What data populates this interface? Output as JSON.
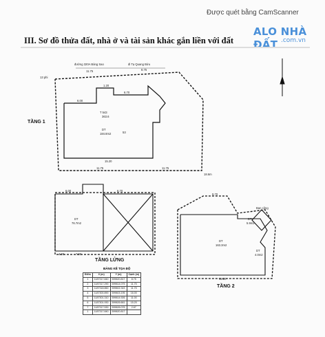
{
  "scanner_note": "Được quét bằng CamScanner",
  "watermark": {
    "brand": "ALO NHÀ ĐẤT",
    "domain": ".com.vn"
  },
  "title": "III. Sơ đồ thửa đất, nhà ở và tài sản khác gắn liền với đất",
  "floors": {
    "tang1": {
      "label": "TẦNG 1",
      "street": "đường 320A Bàng Sao",
      "street2": "đi Tạ Quang Bửu",
      "top_left": "11.75",
      "top_right": "8.75",
      "bottom_left": "11.75",
      "bottom_right": "11.75",
      "inner_bottom": "15.20",
      "left_note": "13 phi",
      "right_note": "18.6m",
      "r6": "6.00",
      "r7": "6.70",
      "r8": "1.20",
      "t543": "T 543",
      "t543_area": "363.6",
      "dt_label": "DT",
      "dt_area": "184.8m2",
      "num": "53"
    },
    "tang_lung": {
      "label": "TẦNG LỬNG",
      "dim_left": "6.00",
      "dim_mid": "6.70",
      "dim_bottom1": "7.90",
      "dim_bottom2": "4.00",
      "dt_label": "DT",
      "dt_area": "76.7m2"
    },
    "tang2": {
      "label": "TẦNG 2",
      "dim_top": "9.70",
      "dim_bottom": "15.20",
      "balcony": "Ban công",
      "dt1_label": "DT",
      "dt1_area": "163.3m2",
      "dt2_label": "DT",
      "dt2_area": "5.9m2",
      "dt3_label": "DT",
      "dt3_area": "4.0m2"
    }
  },
  "coord_table": {
    "title": "BẢNG KÊ TỌA ĐỘ",
    "headers": [
      "Điểm",
      "X (m)",
      "Y (m)",
      "Cạnh (m)"
    ],
    "rows": [
      [
        "1",
        "1187317.840",
        "599620.817",
        "8.75"
      ],
      [
        "2",
        "1187317.290",
        "599614.075",
        "11.75"
      ],
      [
        "3",
        "1187318.860",
        "599602.343",
        "11.75"
      ],
      [
        "4",
        "1187300.890",
        "599603.195",
        "16.00"
      ],
      [
        "5",
        "1187301.310",
        "599614.926",
        "11.00"
      ],
      [
        "6",
        "1187301.930",
        "599626.661",
        "15.20"
      ],
      [
        "7",
        "1187317.530",
        "599626.076",
        "2.67"
      ],
      [
        "1",
        "1187317.840",
        "599620.817",
        ""
      ]
    ]
  }
}
